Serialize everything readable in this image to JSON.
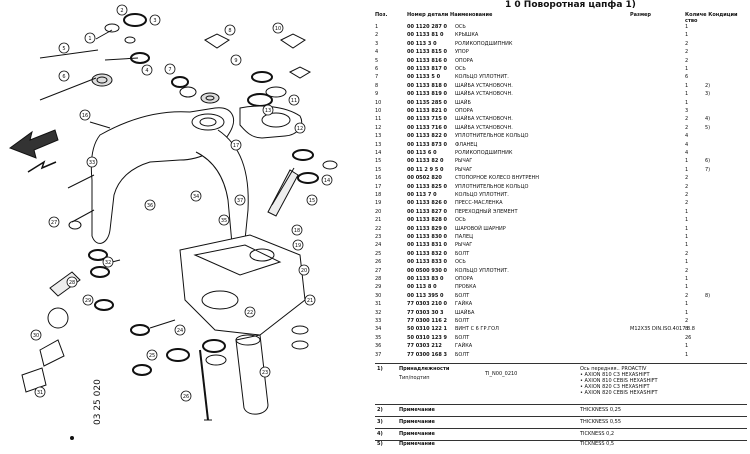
{
  "title": "1 0 Поворотная цапфа 1)",
  "headers": {
    "pos": "Поз.",
    "number": "Номер детали Наименование",
    "size": "Размер",
    "qty": "Количе Кондиции",
    "qty2": "ство"
  },
  "parts": [
    {
      "pos": "1",
      "num": "00 1120 287 0",
      "name": "ОСЬ",
      "size": "",
      "qty": "1",
      "cond": ""
    },
    {
      "pos": "2",
      "num": "00 1133 81  0",
      "name": "КРЫШКА",
      "size": "",
      "qty": "1",
      "cond": ""
    },
    {
      "pos": "3",
      "num": "00 113   3  0",
      "name": "РОЛИКОПОДШИПНИК",
      "size": "",
      "qty": "2",
      "cond": ""
    },
    {
      "pos": "4",
      "num": "00 1133 815 0",
      "name": "УПОР",
      "size": "",
      "qty": "2",
      "cond": ""
    },
    {
      "pos": "5",
      "num": "00 1133 816 0",
      "name": "ОПОРА",
      "size": "",
      "qty": "2",
      "cond": ""
    },
    {
      "pos": "6",
      "num": "00 1133 817 0",
      "name": "ОСЬ",
      "size": "",
      "qty": "1",
      "cond": ""
    },
    {
      "pos": "7",
      "num": "00 1133    5 0",
      "name": "КОЛЬЦО УПЛОТНИТ.",
      "size": "",
      "qty": "6",
      "cond": ""
    },
    {
      "pos": "8",
      "num": "00 1133 818 0",
      "name": "ШАЙБА УСТАНОВОЧН.",
      "size": "",
      "qty": "1",
      "cond": "2)"
    },
    {
      "pos": "9",
      "num": "00 1133 819 0",
      "name": "ШАЙБА УСТАНОВОЧН.",
      "size": "",
      "qty": "1",
      "cond": "3)"
    },
    {
      "pos": "10",
      "num": "00 1135 285 0",
      "name": "ШАЙБ",
      "size": "",
      "qty": "1",
      "cond": ""
    },
    {
      "pos": "10",
      "num": "00 1133 821 0",
      "name": "ОПОРА",
      "size": "",
      "qty": "3",
      "cond": ""
    },
    {
      "pos": "11",
      "num": "00 1133 715 0",
      "name": "ШАЙБА УСТАНОВОЧН.",
      "size": "",
      "qty": "2",
      "cond": "4)"
    },
    {
      "pos": "12",
      "num": "00 1133 716 0",
      "name": "ШАЙБА УСТАНОВОЧН.",
      "size": "",
      "qty": "2",
      "cond": "5)"
    },
    {
      "pos": "13",
      "num": "00 1133 822 0",
      "name": "УПЛОТНИТЕЛЬНОЕ КОЛЬЦО",
      "size": "",
      "qty": "4",
      "cond": ""
    },
    {
      "pos": "13",
      "num": "00 1133 873 0",
      "name": "ФЛАНЕЦ",
      "size": "",
      "qty": "4",
      "cond": ""
    },
    {
      "pos": "14",
      "num": "00 113     6 0",
      "name": "РОЛИКОПОДШИПНИК",
      "size": "",
      "qty": "4",
      "cond": ""
    },
    {
      "pos": "15",
      "num": "00 1133 82  0",
      "name": "РЫЧАГ",
      "size": "",
      "qty": "1",
      "cond": "6)"
    },
    {
      "pos": "15",
      "num": "00 11  2 9  5 0",
      "name": "РЫЧАГ",
      "size": "",
      "qty": "1",
      "cond": "7)"
    },
    {
      "pos": "16",
      "num": "00 0502 820",
      "name": "СТОПОРНОЕ КОЛЕСО ВНУТРЕНН",
      "size": "",
      "qty": "2",
      "cond": ""
    },
    {
      "pos": "17",
      "num": "00 1133 825 0",
      "name": "УПЛОТНИТЕЛЬНОЕ КОЛЬЦО",
      "size": "",
      "qty": "2",
      "cond": ""
    },
    {
      "pos": "18",
      "num": "00 113      7 0",
      "name": "КОЛЬЦО УПЛОТНИТ.",
      "size": "",
      "qty": "2",
      "cond": ""
    },
    {
      "pos": "19",
      "num": "00 1133 826 0",
      "name": "ПРЕСС-МАСЛЕНКА",
      "size": "",
      "qty": "2",
      "cond": ""
    },
    {
      "pos": "20",
      "num": "00 1133 827 0",
      "name": "ПЕРЕХОДНЫЙ ЭЛЕМЕНТ",
      "size": "",
      "qty": "1",
      "cond": ""
    },
    {
      "pos": "21",
      "num": "00 1133 828 0",
      "name": "ОСЬ",
      "size": "",
      "qty": "1",
      "cond": ""
    },
    {
      "pos": "22",
      "num": "00 1133 829 0",
      "name": "ШАРОВОЙ ШАРНИР",
      "size": "",
      "qty": "1",
      "cond": ""
    },
    {
      "pos": "23",
      "num": "00 1133 830 0",
      "name": "ПАЛЕЦ",
      "size": "",
      "qty": "1",
      "cond": ""
    },
    {
      "pos": "24",
      "num": "00 1133 831 0",
      "name": "РЫЧАГ",
      "size": "",
      "qty": "1",
      "cond": ""
    },
    {
      "pos": "25",
      "num": "00 1133 832 0",
      "name": "БОЛТ",
      "size": "",
      "qty": "2",
      "cond": ""
    },
    {
      "pos": "26",
      "num": "00 1133 833 0",
      "name": "ОСЬ",
      "size": "",
      "qty": "1",
      "cond": ""
    },
    {
      "pos": "27",
      "num": "00 0500 930 0",
      "name": "КОЛЬЦО УПЛОТНИТ.",
      "size": "",
      "qty": "2",
      "cond": ""
    },
    {
      "pos": "28",
      "num": "00 1133 83  0",
      "name": "ОПОРА",
      "size": "",
      "qty": "1",
      "cond": ""
    },
    {
      "pos": "29",
      "num": "00 113     8 0",
      "name": "ПРОБКА",
      "size": "",
      "qty": "1",
      "cond": ""
    },
    {
      "pos": "30",
      "num": "00 113  395 0",
      "name": "БОЛТ",
      "size": "",
      "qty": "2",
      "cond": "8)"
    },
    {
      "pos": "31",
      "num": "77 0303 210 0",
      "name": "ГАЙКА",
      "size": "",
      "qty": "1",
      "cond": ""
    },
    {
      "pos": "32",
      "num": "77 0303 30  3",
      "name": "ШАЙБА",
      "size": "",
      "qty": "1",
      "cond": ""
    },
    {
      "pos": "33",
      "num": "77 0300 116 2",
      "name": "БОЛТ",
      "size": "",
      "qty": "2",
      "cond": ""
    },
    {
      "pos": "34",
      "num": "50 0310 122 1",
      "name": "ВИНТ С 6 ГР.ГОЛ",
      "size": "M12X35 DIN.ISO.4017 8.8",
      "qty": "8",
      "cond": ""
    },
    {
      "pos": "35",
      "num": "50 0310 123 9",
      "name": "БОЛТ",
      "size": "",
      "qty": "26",
      "cond": ""
    },
    {
      "pos": "36",
      "num": "77 0303 212",
      "name": "ГАЙКА",
      "size": "",
      "qty": "1",
      "cond": ""
    },
    {
      "pos": "37",
      "num": "77 0300 168 3",
      "name": "БОЛТ",
      "size": "",
      "qty": "1",
      "cond": ""
    }
  ],
  "notes": {
    "n1": {
      "idx": "1)",
      "label": "Принадлежности",
      "sublabel": "Тип/подтип",
      "code": "TI_N00_0210",
      "desc": [
        "Ось передняя.. PROACTIV",
        "• AXION 810 C3 HEXASHIFT",
        "• AXION 810 CEBIS HEXASHIFT",
        "• AXION 820 C3 HEXASHIFT",
        "• AXION 820 CEBIS HEXASHIFT"
      ]
    },
    "n2": {
      "idx": "2)",
      "label": "Примечание",
      "text": "THICKNESS 0,25"
    },
    "n3": {
      "idx": "3)",
      "label": "Примечание",
      "text": "THICKNESS 0,55"
    },
    "n4": {
      "idx": "4)",
      "label": "Примечание",
      "text": "TICKNESS 0,2"
    },
    "n5": {
      "idx": "5)",
      "label": "Примечание",
      "text": "TICKNESS 0,5"
    }
  },
  "diagram": {
    "drawing_no": "03 25 020",
    "callouts": [
      "1",
      "2",
      "3",
      "4",
      "5",
      "6",
      "7",
      "8",
      "9",
      "10",
      "11",
      "12",
      "13",
      "14",
      "15",
      "16",
      "17",
      "18",
      "19",
      "20",
      "21",
      "22",
      "23",
      "24",
      "25",
      "26",
      "27",
      "28",
      "29",
      "30",
      "31",
      "32",
      "33",
      "34",
      "35",
      "36",
      "37"
    ]
  }
}
